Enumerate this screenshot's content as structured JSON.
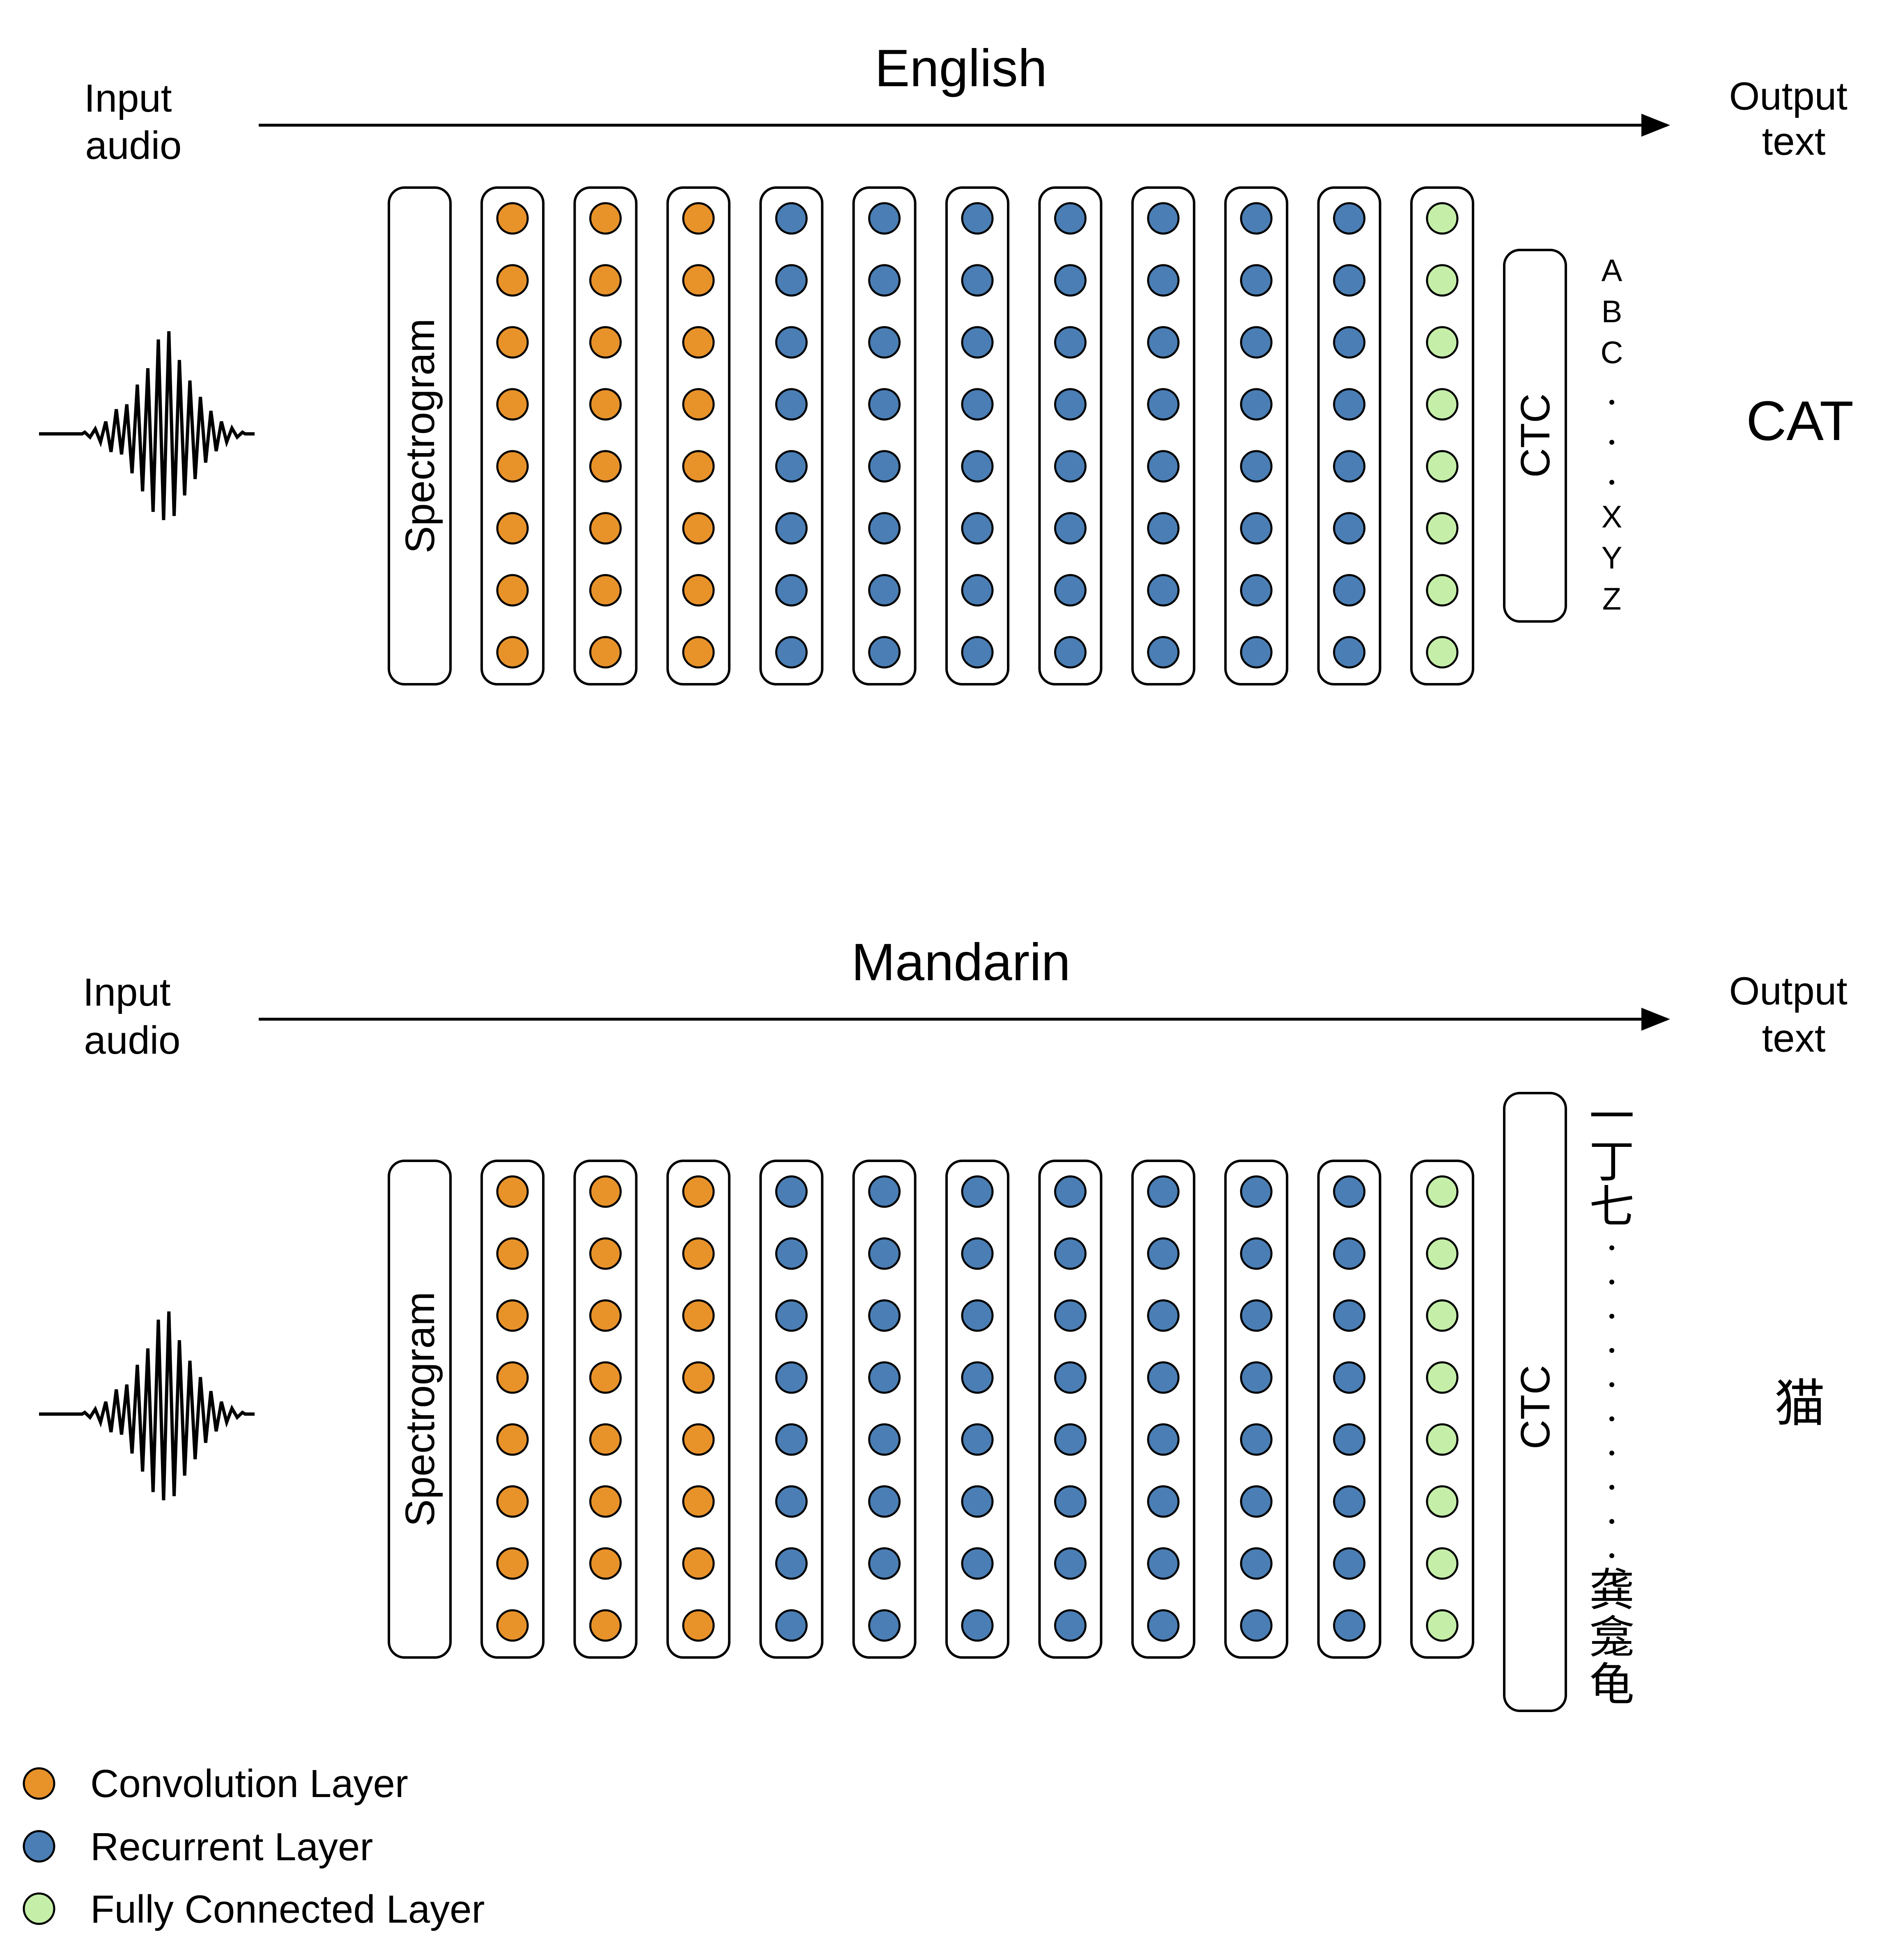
{
  "colors": {
    "convolution": "#E8922A",
    "recurrent": "#4A7EB5",
    "fully_connected": "#C5EFA8",
    "stroke": "#000000"
  },
  "layers": {
    "convolution_columns": 3,
    "recurrent_columns": 7,
    "fully_connected_columns": 1,
    "nodes_per_column": 8
  },
  "panels": [
    {
      "id": "english",
      "title": "English",
      "input_label_line1": "Input",
      "input_label_line2": "audio",
      "output_label_line1": "Output",
      "output_label_line2": "text",
      "spectrogram_label": "Spectrogram",
      "ctc_label": "CTC",
      "vocab_top": [
        "A",
        "B",
        "C"
      ],
      "vocab_bottom": [
        "X",
        "Y",
        "Z"
      ],
      "vocab_dot_count": 3,
      "output": "CAT"
    },
    {
      "id": "mandarin",
      "title": "Mandarin",
      "input_label_line1": "Input",
      "input_label_line2": "audio",
      "output_label_line1": "Output",
      "output_label_line2": "text",
      "spectrogram_label": "Spectrogram",
      "ctc_label": "CTC",
      "vocab_top": [
        "一",
        "丁",
        "七"
      ],
      "vocab_bottom": [
        "龚",
        "龛",
        "龟"
      ],
      "vocab_dot_count": 10,
      "output": "猫"
    }
  ],
  "legend": [
    {
      "label": "Convolution Layer",
      "color_key": "convolution"
    },
    {
      "label": "Recurrent Layer",
      "color_key": "recurrent"
    },
    {
      "label": "Fully Connected Layer",
      "color_key": "fully_connected"
    }
  ]
}
